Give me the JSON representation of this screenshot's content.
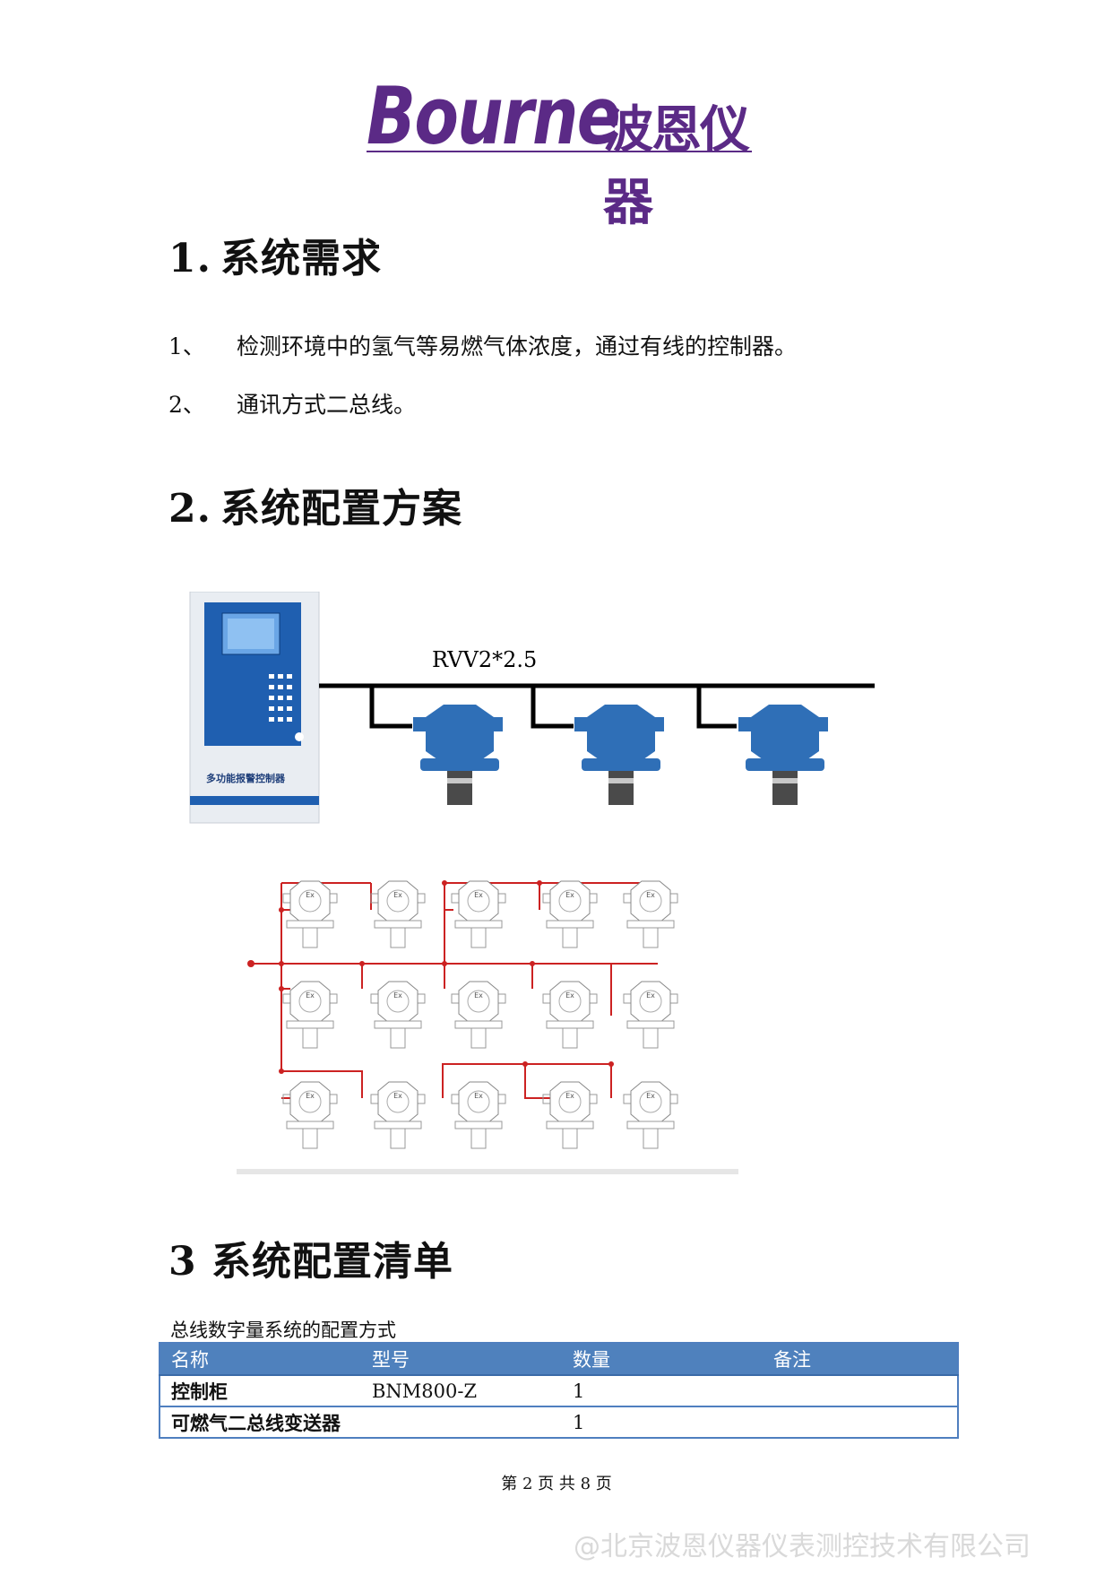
{
  "header": {
    "logo_en": "Bourne",
    "logo_cn": "波恩仪器"
  },
  "sections": [
    {
      "num": "1.",
      "title": "系统需求"
    },
    {
      "num": "2.",
      "title": "系统配置方案"
    },
    {
      "num": "3",
      "title": "系统配置清单"
    }
  ],
  "requirements": [
    {
      "idx": "1、",
      "text": "检测环境中的氢气等易燃气体浓度，通过有线的控制器。"
    },
    {
      "idx": "2、",
      "text": "通讯方式二总线。"
    }
  ],
  "diagram": {
    "cable_label": "RVV2*2.5",
    "controller_label": "多功能报警控制器",
    "detector_badge": "Ex"
  },
  "table": {
    "caption": "总线数字量系统的配置方式",
    "headers": [
      "名称",
      "型号",
      "数量",
      "备注"
    ],
    "rows": [
      [
        "控制柜",
        "BNM800-Z",
        "1",
        ""
      ],
      [
        "可燃气二总线变送器",
        "",
        "1",
        ""
      ]
    ]
  },
  "footer": {
    "page_label": "第 2 页 共 8 页"
  },
  "watermark": "@北京波恩仪器仪表测控技术有限公司",
  "colors": {
    "brand": "#5b2a86",
    "table_header": "#4f81bd",
    "wire": "#cc2222",
    "detector": "#2f6fb7"
  }
}
